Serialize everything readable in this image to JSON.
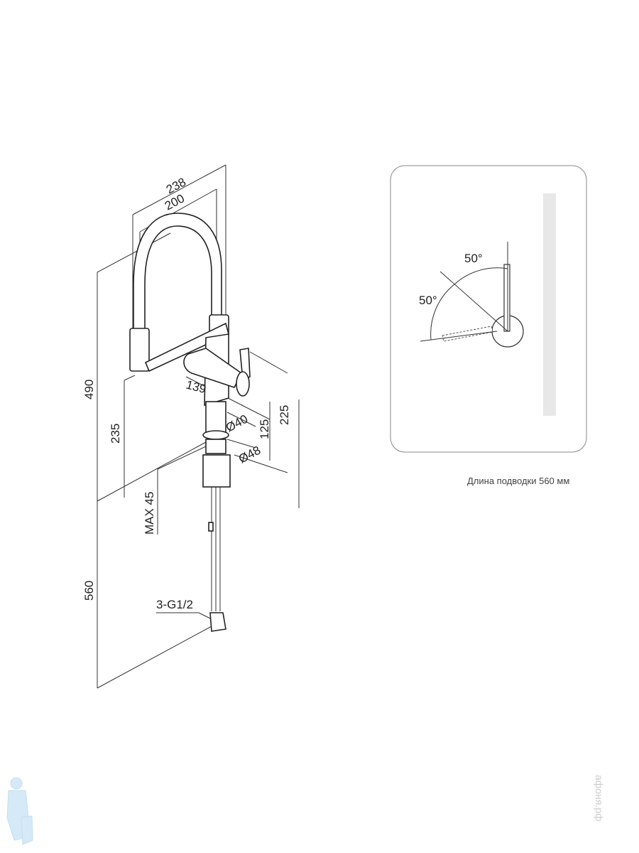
{
  "dimensions": {
    "width_total": "238",
    "width_spout": "200",
    "height_total": "490",
    "height_spout": "235",
    "max_mount": "MAX 45",
    "hose_length": "560",
    "connection": "3-G1/2",
    "reach": "139",
    "body_diameter": "Ø40",
    "base_diameter": "Ø48",
    "lever_height": "125",
    "body_height": "225"
  },
  "rotation_panel": {
    "angle_top": "50°",
    "angle_left": "50°"
  },
  "caption": "Длина подводки 560 мм",
  "watermark": "афоня.рф"
}
